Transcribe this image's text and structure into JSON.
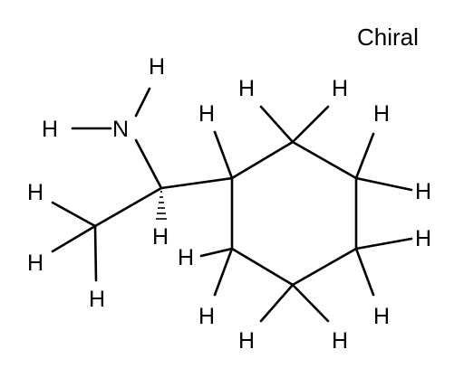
{
  "diagram": {
    "chiral_label": "Chiral",
    "atoms": {
      "nitrogen": "N",
      "h_on_n_top": "H",
      "h_on_n_left": "H",
      "h_stereo": "H",
      "h_methyl_1": "H",
      "h_methyl_2": "H",
      "h_methyl_3": "H",
      "h_ring_c1": "H",
      "h_ring_c2a": "H",
      "h_ring_c2b": "H",
      "h_ring_c3a": "H",
      "h_ring_c3b": "H",
      "h_ring_c4a": "H",
      "h_ring_c4b": "H",
      "h_ring_c5a": "H",
      "h_ring_c5b": "H",
      "h_ring_c6a": "H",
      "h_ring_c6b": "H"
    }
  }
}
